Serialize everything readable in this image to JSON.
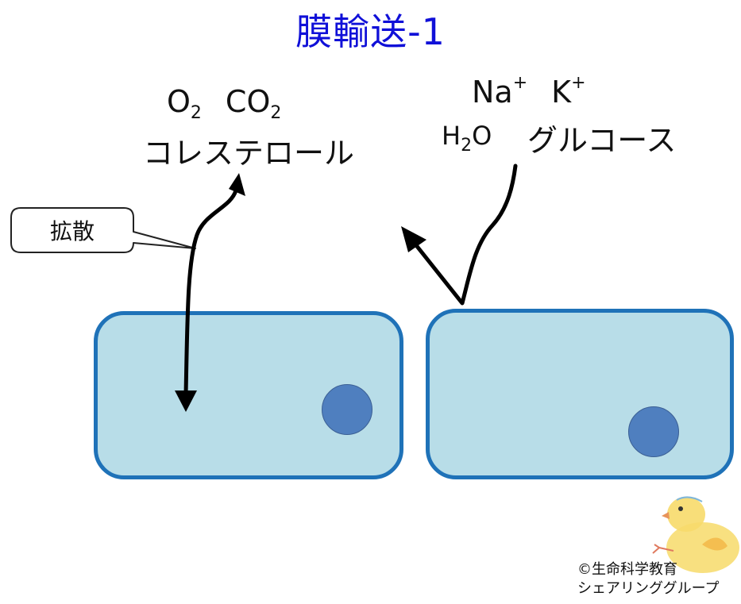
{
  "title": "膜輸送-1",
  "diffusion_group": {
    "o2": {
      "base": "O",
      "sub": "2"
    },
    "co2": {
      "base": "CO",
      "sub": "2"
    },
    "cholesterol": "コレステロール"
  },
  "transport_group": {
    "na": {
      "base": "Na",
      "sup": "+"
    },
    "k": {
      "base": "K",
      "sup": "+"
    },
    "water": {
      "h": "H",
      "sub": "2",
      "o": "O"
    },
    "glucose": "グルコース"
  },
  "callout": {
    "label": "拡散"
  },
  "credit": {
    "line1": "©生命科学教育",
    "line2": "シェアリンググループ"
  },
  "colors": {
    "title": "#1010d8",
    "cell_fill": "#b8dde8",
    "cell_border": "#1f72b8",
    "nucleus": "#4f7fbf"
  }
}
